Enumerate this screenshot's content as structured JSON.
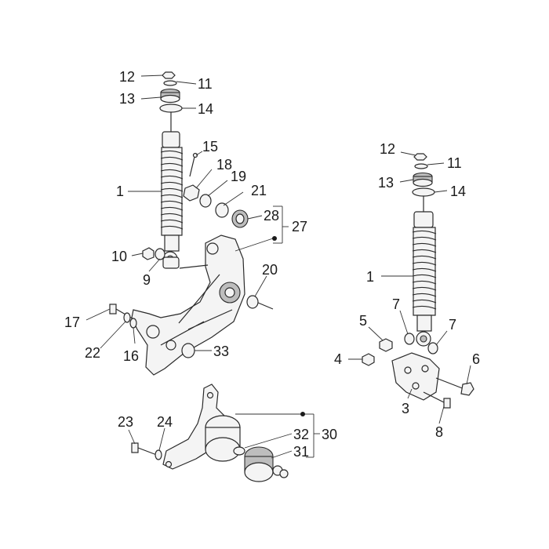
{
  "diagram": {
    "callouts": {
      "c1a": "1",
      "c1b": "1",
      "c3": "3",
      "c4": "4",
      "c5": "5",
      "c6": "6",
      "c7a": "7",
      "c7b": "7",
      "c8": "8",
      "c9": "9",
      "c10": "10",
      "c11a": "11",
      "c11b": "11",
      "c12a": "12",
      "c12b": "12",
      "c13a": "13",
      "c13b": "13",
      "c14a": "14",
      "c14b": "14",
      "c15": "15",
      "c16": "16",
      "c17": "17",
      "c18": "18",
      "c19": "19",
      "c20": "20",
      "c21": "21",
      "c22": "22",
      "c23": "23",
      "c24": "24",
      "c27": "27",
      "c28": "28",
      "c30": "30",
      "c31": "31",
      "c32": "32",
      "c33": "33"
    }
  }
}
